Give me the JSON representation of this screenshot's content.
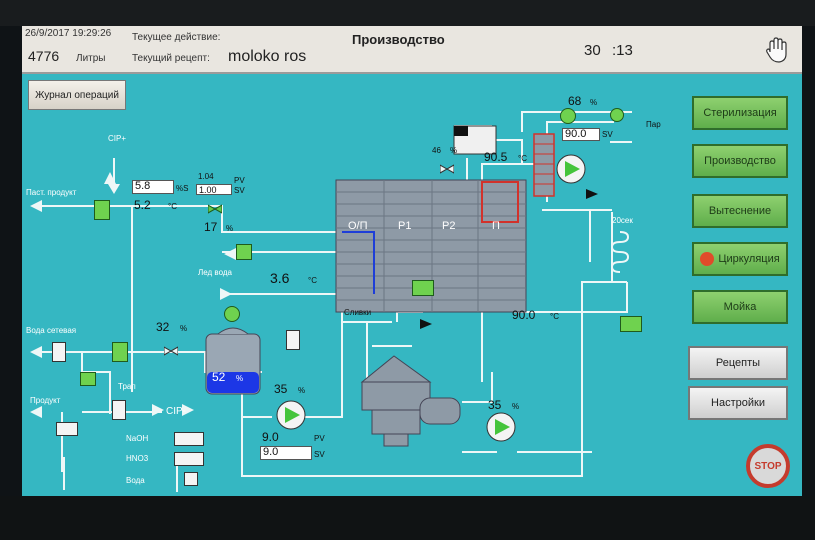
{
  "header": {
    "datetime": "26/9/2017 19:29:26",
    "current_action_label": "Текущее действие:",
    "liters_value": "4776",
    "liters_label": "Литры",
    "current_recipe_label": "Текущий рецепт:",
    "recipe_name": "moloko ros",
    "title": "Производство",
    "timer_min": "30",
    "timer_sec": ":13"
  },
  "buttons": {
    "log": "Журнал операций",
    "sterilization": "Стерилизация",
    "production": "Производство",
    "displacement": "Вытеснение",
    "circulation": "Циркуляция",
    "washing": "Мойка",
    "recipes": "Рецепты",
    "settings": "Настройки",
    "stop": "STOP"
  },
  "labels": {
    "cip_plus": "CIP+",
    "past_product": "Паст. продукт",
    "ice_water": "Лед вода",
    "water_net": "Вода сетевая",
    "trap": "Трап",
    "product": "Продукт",
    "cip_minus": "CIP-",
    "naoh": "NaOH",
    "hno3": "HNO3",
    "water": "Вода",
    "cream": "Сливки",
    "steam": "Пар",
    "hold_20s": "20сек",
    "section_op": "О/П",
    "section_r1": "Р1",
    "section_r2": "Р2",
    "section_p": "П"
  },
  "values": {
    "past_pv": "5.8",
    "past_pv_unit": "%S",
    "past_temp": "5.2",
    "past_temp_unit": "°C",
    "valve_pv": "1.04",
    "valve_pv_label": "PV",
    "valve_sv": "1.00",
    "valve_sv_label": "SV",
    "valve_pct": "17",
    "valve_pct_unit": "%",
    "ice_temp": "3.6",
    "ice_temp_unit": "°C",
    "valve46_pct": "46",
    "valve46_unit": "%",
    "temp_top": "90.5",
    "temp_top_unit": "°C",
    "steam_pct": "68",
    "steam_pct_unit": "%",
    "steam_sv": "90.0",
    "steam_sv_label": "SV",
    "hold_temp": "90.0",
    "hold_temp_unit": "°C",
    "water_valve_pct": "32",
    "water_valve_unit": "%",
    "tank_level": "52",
    "tank_level_unit": "%",
    "pump1_pct": "35",
    "pump1_unit": "%",
    "pump2_pct": "35",
    "pump2_unit": "%",
    "flow_pv": "9.0",
    "flow_pv_label": "PV",
    "flow_sv": "9.0",
    "flow_sv_label": "SV"
  },
  "colors": {
    "background": "#35b7c2",
    "pipe": "#eef7f7",
    "green_button": "#6fbe55",
    "tank_fill": "#1c37e6",
    "hot_section": "#d2322b",
    "stop_ring": "#c53b2d"
  }
}
